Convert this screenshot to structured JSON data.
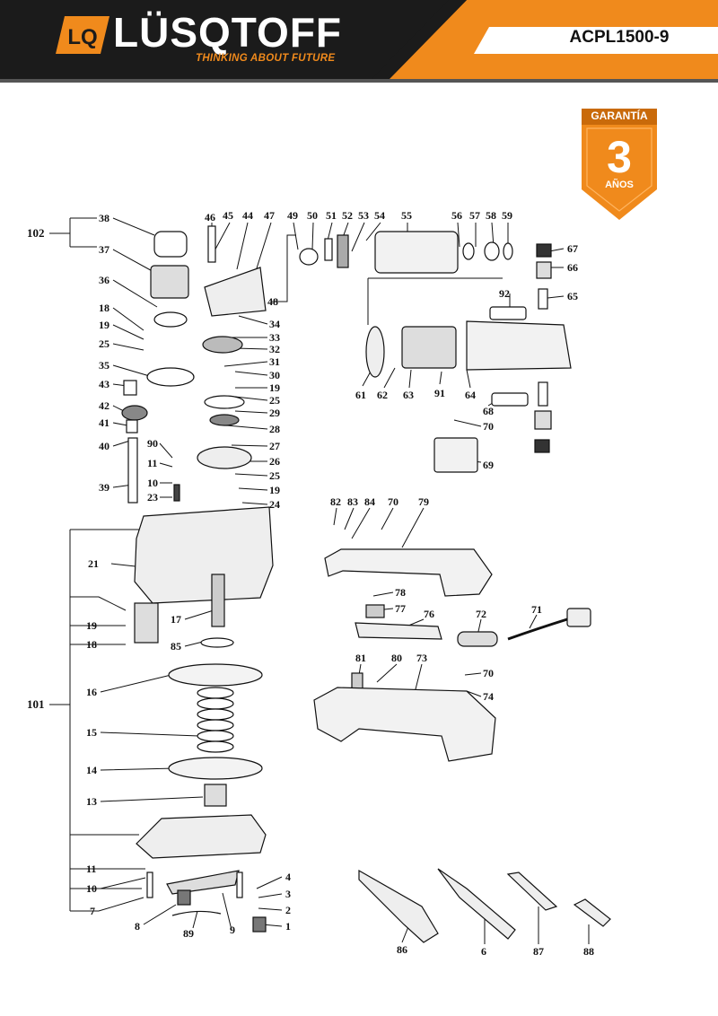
{
  "header": {
    "brand_mark": "LQ",
    "brand": "LÜSQTOFF",
    "tagline": "THINKING ABOUT FUTURE",
    "model": "ACPL1500-9"
  },
  "badge": {
    "title": "GARANTÍA",
    "number": "3",
    "unit": "AÑOS"
  },
  "colors": {
    "accent": "#f08a1c",
    "dark": "#1b1b1b",
    "line": "#111111"
  },
  "callouts": [
    {
      "id": "l102",
      "text": "102"
    },
    {
      "id": "l101",
      "text": "101"
    },
    {
      "id": "l38",
      "text": "38"
    },
    {
      "id": "l37",
      "text": "37"
    },
    {
      "id": "l36",
      "text": "36"
    },
    {
      "id": "l18a",
      "text": "18"
    },
    {
      "id": "l19a",
      "text": "19"
    },
    {
      "id": "l25a",
      "text": "25"
    },
    {
      "id": "l35",
      "text": "35"
    },
    {
      "id": "l43",
      "text": "43"
    },
    {
      "id": "l42",
      "text": "42"
    },
    {
      "id": "l41",
      "text": "41"
    },
    {
      "id": "l40",
      "text": "40"
    },
    {
      "id": "l39",
      "text": "39"
    },
    {
      "id": "l90",
      "text": "90"
    },
    {
      "id": "l11a",
      "text": "11"
    },
    {
      "id": "l10a",
      "text": "10"
    },
    {
      "id": "l23",
      "text": "23"
    },
    {
      "id": "l21",
      "text": "21"
    },
    {
      "id": "l17",
      "text": "17"
    },
    {
      "id": "l19b",
      "text": "19"
    },
    {
      "id": "l18b",
      "text": "18"
    },
    {
      "id": "l85",
      "text": "85"
    },
    {
      "id": "l16",
      "text": "16"
    },
    {
      "id": "l15",
      "text": "15"
    },
    {
      "id": "l14",
      "text": "14"
    },
    {
      "id": "l13",
      "text": "13"
    },
    {
      "id": "l11b",
      "text": "11"
    },
    {
      "id": "l10b",
      "text": "10"
    },
    {
      "id": "l7",
      "text": "7"
    },
    {
      "id": "l8",
      "text": "8"
    },
    {
      "id": "l89",
      "text": "89"
    },
    {
      "id": "l9",
      "text": "9"
    },
    {
      "id": "l4",
      "text": "4"
    },
    {
      "id": "l3",
      "text": "3"
    },
    {
      "id": "l2",
      "text": "2"
    },
    {
      "id": "l1",
      "text": "1"
    },
    {
      "id": "l46",
      "text": "46"
    },
    {
      "id": "l45",
      "text": "45"
    },
    {
      "id": "l44",
      "text": "44"
    },
    {
      "id": "l47",
      "text": "47"
    },
    {
      "id": "l48",
      "text": "48"
    },
    {
      "id": "l34",
      "text": "34"
    },
    {
      "id": "l33",
      "text": "33"
    },
    {
      "id": "l32",
      "text": "32"
    },
    {
      "id": "l31",
      "text": "31"
    },
    {
      "id": "l30",
      "text": "30"
    },
    {
      "id": "l19c",
      "text": "19"
    },
    {
      "id": "l25b",
      "text": "25"
    },
    {
      "id": "l29",
      "text": "29"
    },
    {
      "id": "l28",
      "text": "28"
    },
    {
      "id": "l27",
      "text": "27"
    },
    {
      "id": "l26",
      "text": "26"
    },
    {
      "id": "l25c",
      "text": "25"
    },
    {
      "id": "l19d",
      "text": "19"
    },
    {
      "id": "l24",
      "text": "24"
    },
    {
      "id": "l49",
      "text": "49"
    },
    {
      "id": "l50",
      "text": "50"
    },
    {
      "id": "l51",
      "text": "51"
    },
    {
      "id": "l52",
      "text": "52"
    },
    {
      "id": "l53",
      "text": "53"
    },
    {
      "id": "l54",
      "text": "54"
    },
    {
      "id": "l55",
      "text": "55"
    },
    {
      "id": "l56",
      "text": "56"
    },
    {
      "id": "l57",
      "text": "57"
    },
    {
      "id": "l58",
      "text": "58"
    },
    {
      "id": "l59",
      "text": "59"
    },
    {
      "id": "l67",
      "text": "67"
    },
    {
      "id": "l66",
      "text": "66"
    },
    {
      "id": "l65",
      "text": "65"
    },
    {
      "id": "l92",
      "text": "92"
    },
    {
      "id": "l61",
      "text": "61"
    },
    {
      "id": "l62",
      "text": "62"
    },
    {
      "id": "l63",
      "text": "63"
    },
    {
      "id": "l91",
      "text": "91"
    },
    {
      "id": "l64",
      "text": "64"
    },
    {
      "id": "l68",
      "text": "68"
    },
    {
      "id": "l70a",
      "text": "70"
    },
    {
      "id": "l69",
      "text": "69"
    },
    {
      "id": "l82",
      "text": "82"
    },
    {
      "id": "l83",
      "text": "83"
    },
    {
      "id": "l84",
      "text": "84"
    },
    {
      "id": "l70b",
      "text": "70"
    },
    {
      "id": "l79",
      "text": "79"
    },
    {
      "id": "l78",
      "text": "78"
    },
    {
      "id": "l77",
      "text": "77"
    },
    {
      "id": "l76",
      "text": "76"
    },
    {
      "id": "l72",
      "text": "72"
    },
    {
      "id": "l71",
      "text": "71"
    },
    {
      "id": "l81",
      "text": "81"
    },
    {
      "id": "l80",
      "text": "80"
    },
    {
      "id": "l73",
      "text": "73"
    },
    {
      "id": "l70c",
      "text": "70"
    },
    {
      "id": "l74",
      "text": "74"
    },
    {
      "id": "l86",
      "text": "86"
    },
    {
      "id": "l6",
      "text": "6"
    },
    {
      "id": "l87",
      "text": "87"
    },
    {
      "id": "l88",
      "text": "88"
    }
  ]
}
